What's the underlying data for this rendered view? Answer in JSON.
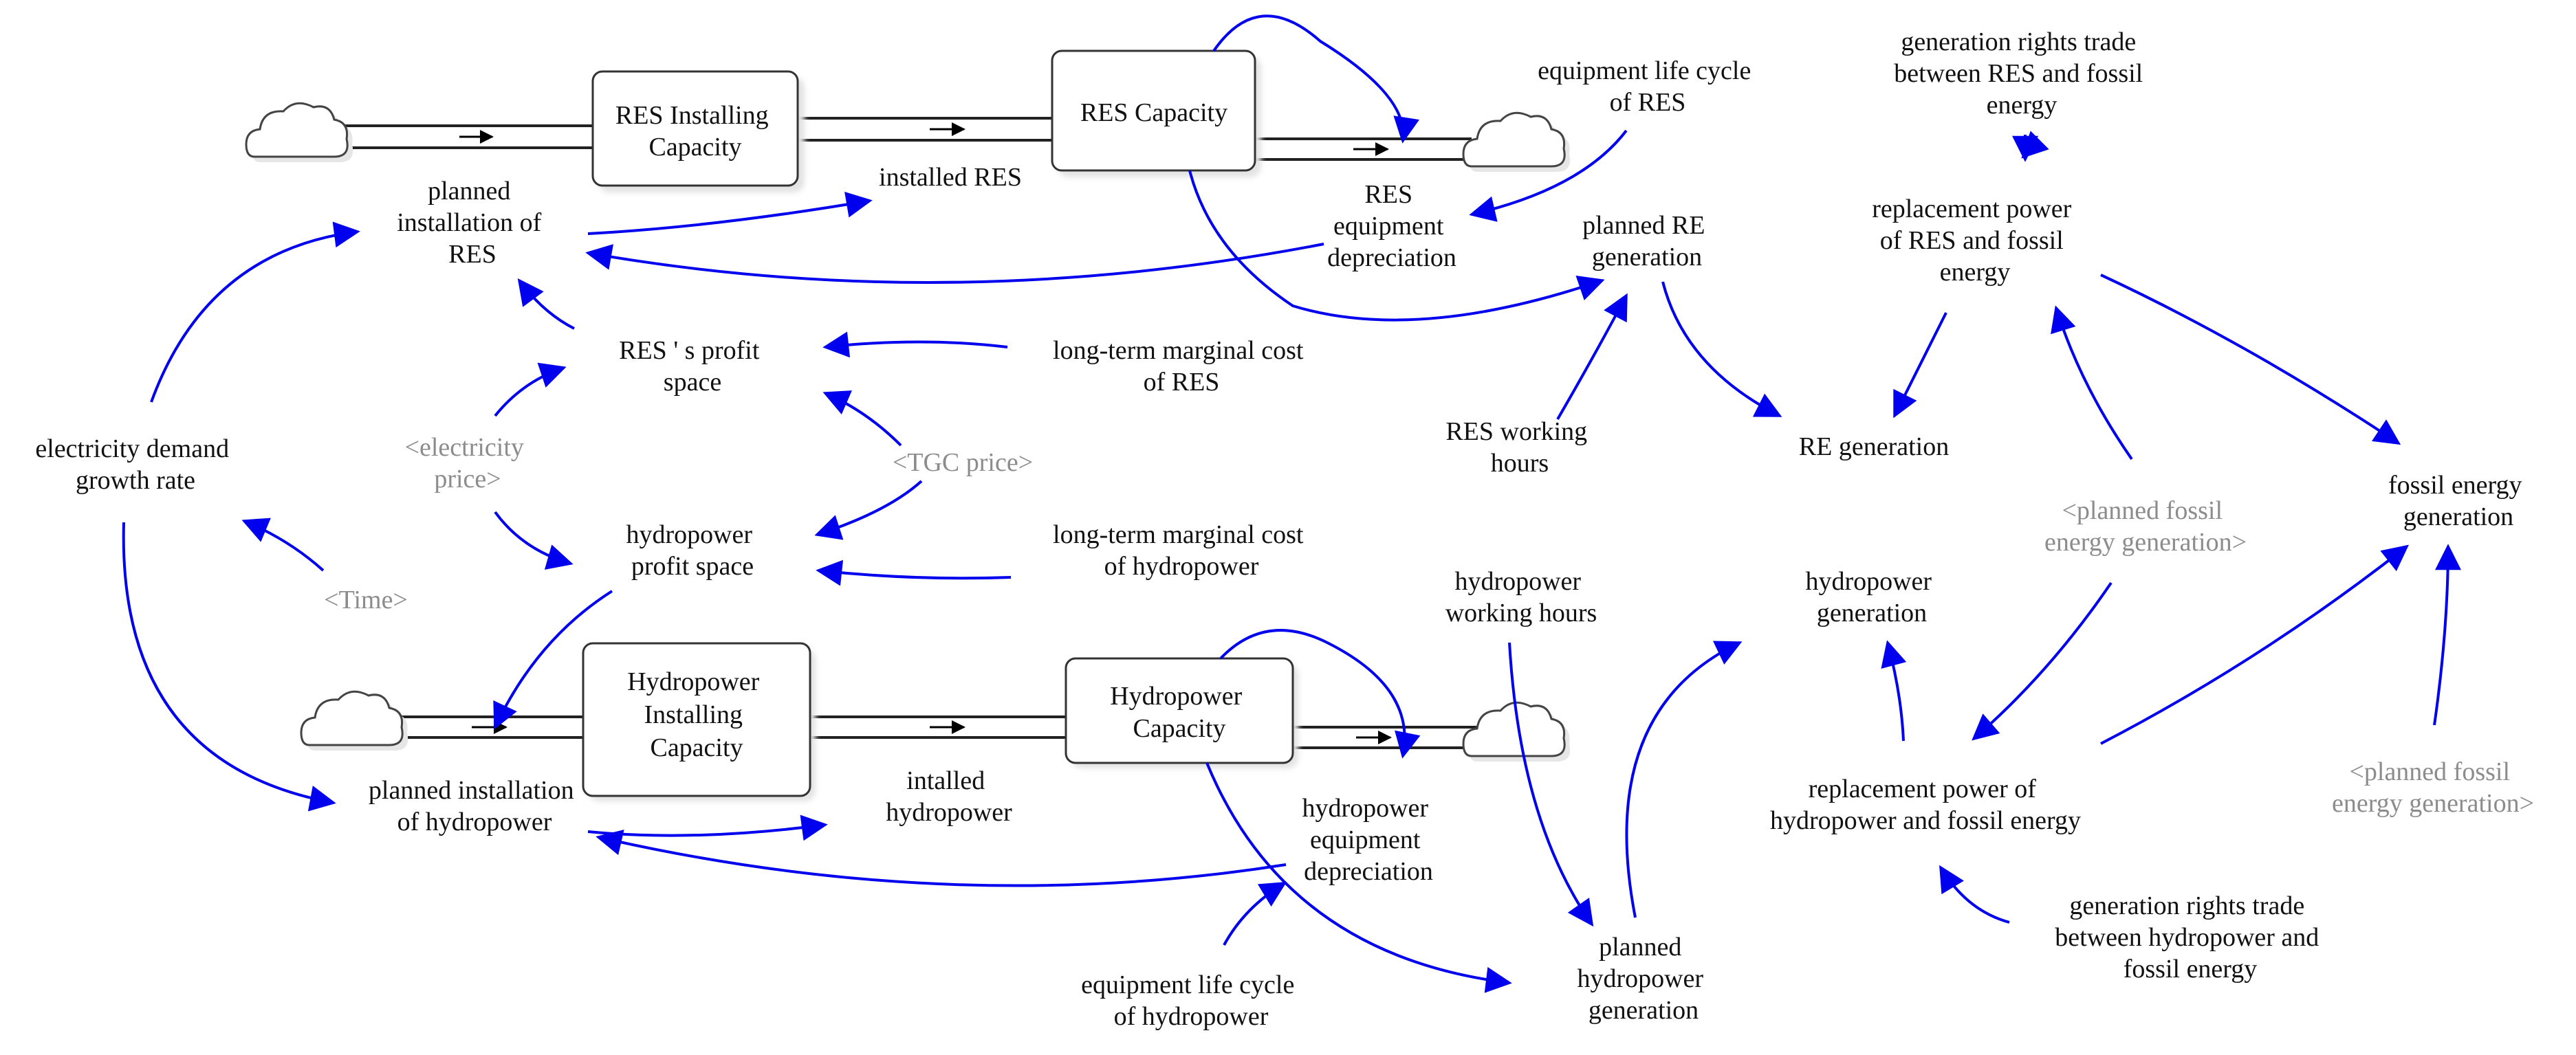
{
  "colors": {
    "link": "#0000ee",
    "text": "#111111",
    "shadow_var": "#8c8c8c",
    "stock_border": "#333333",
    "cloud_border": "#444444"
  },
  "stocks": [
    {
      "id": "res_installing",
      "lines": [
        "RES Installing",
        "Capacity"
      ]
    },
    {
      "id": "res_capacity",
      "lines": [
        "RES Capacity"
      ]
    },
    {
      "id": "hydro_installing",
      "lines": [
        "Hydropower",
        "Installing",
        "Capacity"
      ]
    },
    {
      "id": "hydro_capacity",
      "lines": [
        "Hydropower",
        "Capacity"
      ]
    }
  ],
  "clouds": [
    {
      "id": "cloud_res_source",
      "icon": "cloud-icon"
    },
    {
      "id": "cloud_res_sink",
      "icon": "cloud-icon"
    },
    {
      "id": "cloud_hydro_source",
      "icon": "cloud-icon"
    },
    {
      "id": "cloud_hydro_sink",
      "icon": "cloud-icon"
    }
  ],
  "variables": [
    {
      "id": "planned_installation_res",
      "lines": [
        "planned",
        "installation of",
        "RES"
      ]
    },
    {
      "id": "installed_res",
      "lines": [
        "installed RES"
      ]
    },
    {
      "id": "res_equipment_depreciation",
      "lines": [
        "RES",
        "equipment",
        "depreciation"
      ]
    },
    {
      "id": "equipment_life_cycle_res",
      "lines": [
        "equipment life cycle",
        "of RES"
      ]
    },
    {
      "id": "generation_rights_res_fossil",
      "lines": [
        "generation rights trade",
        "between RES and fossil",
        "energy"
      ]
    },
    {
      "id": "replacement_power_res_fossil",
      "lines": [
        "replacement power",
        "of RES and fossil",
        "energy"
      ]
    },
    {
      "id": "planned_re_generation",
      "lines": [
        "planned RE",
        "generation"
      ]
    },
    {
      "id": "res_profit_space",
      "lines": [
        "RES ' s profit",
        "space"
      ]
    },
    {
      "id": "ltmc_res",
      "lines": [
        "long-term marginal cost",
        "of RES"
      ]
    },
    {
      "id": "res_working_hours",
      "lines": [
        "RES working",
        "hours"
      ]
    },
    {
      "id": "re_generation",
      "lines": [
        "RE generation"
      ]
    },
    {
      "id": "electricity_demand_growth_rate",
      "lines": [
        "electricity demand",
        "growth rate"
      ]
    },
    {
      "id": "hydropower_profit_space",
      "lines": [
        "hydropower",
        "profit space"
      ]
    },
    {
      "id": "ltmc_hydropower",
      "lines": [
        "long-term marginal cost",
        "of hydropower"
      ]
    },
    {
      "id": "fossil_energy_generation",
      "lines": [
        "fossil energy",
        "generation"
      ]
    },
    {
      "id": "hydropower_working_hours",
      "lines": [
        "hydropower",
        "working hours"
      ]
    },
    {
      "id": "hydropower_generation",
      "lines": [
        "hydropower",
        "generation"
      ]
    },
    {
      "id": "planned_installation_hydropower",
      "lines": [
        "planned installation",
        "of hydropower"
      ]
    },
    {
      "id": "intalled_hydropower",
      "lines": [
        "intalled",
        "hydropower"
      ]
    },
    {
      "id": "hydropower_equipment_depreciation",
      "lines": [
        "hydropower",
        "equipment",
        "depreciation"
      ]
    },
    {
      "id": "replacement_power_hydro_fossil",
      "lines": [
        "replacement power of",
        "hydropower and fossil energy"
      ]
    },
    {
      "id": "generation_rights_hydro_fossil",
      "lines": [
        "generation rights trade",
        "between hydropower and",
        "fossil energy"
      ]
    },
    {
      "id": "equipment_life_cycle_hydropower",
      "lines": [
        "equipment life cycle",
        "of hydropower"
      ]
    },
    {
      "id": "planned_hydropower_generation",
      "lines": [
        "planned",
        "hydropower",
        "generation"
      ]
    }
  ],
  "shadow_variables": [
    {
      "id": "shadow_electricity_price",
      "lines": [
        "<electricity",
        "price>"
      ]
    },
    {
      "id": "shadow_tgc_price",
      "lines": [
        "<TGC price>"
      ]
    },
    {
      "id": "shadow_time",
      "lines": [
        "<Time>"
      ]
    },
    {
      "id": "shadow_planned_fossil_1",
      "lines": [
        "<planned fossil",
        "energy generation>"
      ]
    },
    {
      "id": "shadow_planned_fossil_2",
      "lines": [
        "<planned fossil",
        "energy generation>"
      ]
    }
  ]
}
